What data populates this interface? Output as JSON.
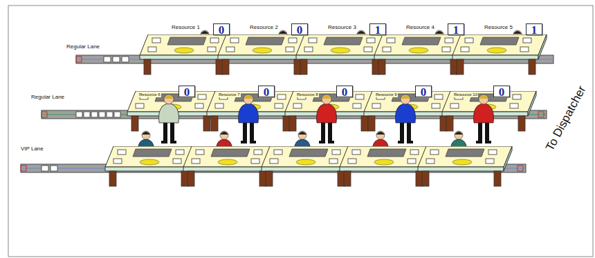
{
  "diagram": {
    "nodes": [
      {
        "text": [
          "0"
        ]
      },
      {
        "text": [
          "0"
        ]
      },
      {
        "text": [
          "1"
        ]
      },
      {
        "text": [
          "1"
        ]
      },
      {
        "text": [
          "1"
        ]
      },
      {
        "text": [
          "0"
        ]
      },
      {
        "text": [
          "0"
        ]
      },
      {
        "text": [
          "0"
        ]
      },
      {
        "text": [
          "0"
        ]
      },
      {
        "text": [
          "0"
        ]
      }
    ],
    "labels": [
      "Regular Lane",
      "Resource 1",
      "Resource 2",
      "Resource 3",
      "Resource 4",
      "Resource 5",
      "Regular Lane",
      "Resource 6",
      "Resource 7",
      "Resource 8",
      "Resource 9",
      "Resource 10",
      "VIP Lane",
      "To Dispatcher"
    ]
  }
}
